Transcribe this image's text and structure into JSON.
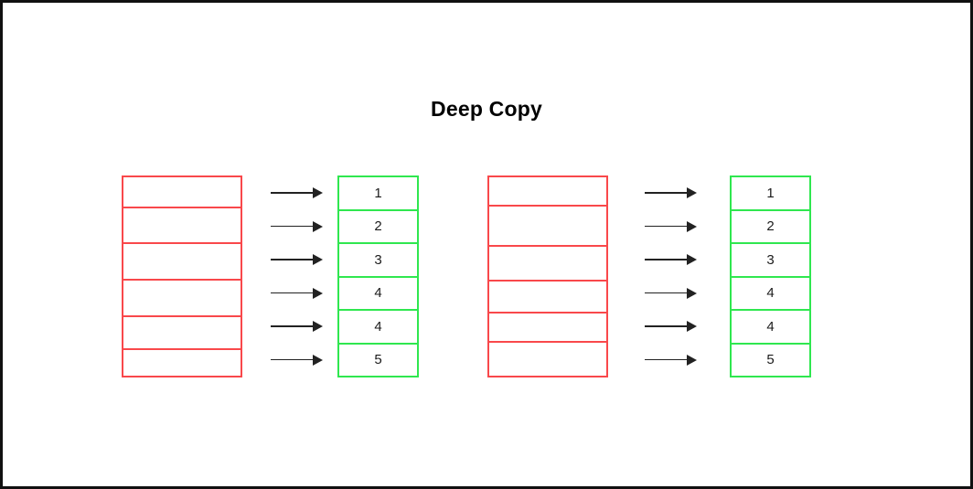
{
  "page": {
    "title": "Deep Copy",
    "background_color": "#ffffff",
    "frame_color": "#111111"
  },
  "colors": {
    "source_border": "#f9484b",
    "copy_border": "#2fe74f",
    "arrow": "#222222",
    "text": "#1b1b1b"
  },
  "diagram": {
    "type": "deep-copy-illustration",
    "groups": [
      {
        "id": "left",
        "source": {
          "label": "source-array",
          "border_color": "#f9484b",
          "cells": [
            {
              "value": "",
              "height": 36
            },
            {
              "value": "",
              "height": 41
            },
            {
              "value": "",
              "height": 42
            },
            {
              "value": "",
              "height": 42
            },
            {
              "value": "",
              "height": 38
            },
            {
              "value": "",
              "height": 32
            }
          ]
        },
        "arrows": [
          {
            "label": "copy-arrow-1",
            "glyph": "→"
          },
          {
            "label": "copy-arrow-2",
            "glyph": "→"
          },
          {
            "label": "copy-arrow-3",
            "glyph": "→"
          },
          {
            "label": "copy-arrow-4",
            "glyph": "→"
          },
          {
            "label": "copy-arrow-5",
            "glyph": "→"
          },
          {
            "label": "copy-arrow-6",
            "glyph": "→"
          }
        ],
        "copy": {
          "label": "copied-array",
          "border_color": "#2fe74f",
          "cells": [
            {
              "value": "1"
            },
            {
              "value": "2"
            },
            {
              "value": "3"
            },
            {
              "value": "4"
            },
            {
              "value": "4"
            },
            {
              "value": "5"
            }
          ]
        }
      },
      {
        "id": "right",
        "source": {
          "label": "source-array",
          "border_color": "#f9484b",
          "cells": [
            {
              "value": "",
              "height": 34
            },
            {
              "value": "",
              "height": 46
            },
            {
              "value": "",
              "height": 40
            },
            {
              "value": "",
              "height": 37
            },
            {
              "value": "",
              "height": 34
            },
            {
              "value": "",
              "height": 40
            }
          ]
        },
        "arrows": [
          {
            "label": "copy-arrow-1",
            "glyph": "→"
          },
          {
            "label": "copy-arrow-2",
            "glyph": "→"
          },
          {
            "label": "copy-arrow-3",
            "glyph": "→"
          },
          {
            "label": "copy-arrow-4",
            "glyph": "→"
          },
          {
            "label": "copy-arrow-5",
            "glyph": "→"
          },
          {
            "label": "copy-arrow-6",
            "glyph": "→"
          }
        ],
        "copy": {
          "label": "copied-array",
          "border_color": "#2fe74f",
          "cells": [
            {
              "value": "1"
            },
            {
              "value": "2"
            },
            {
              "value": "3"
            },
            {
              "value": "4"
            },
            {
              "value": "4"
            },
            {
              "value": "5"
            }
          ]
        }
      }
    ]
  }
}
